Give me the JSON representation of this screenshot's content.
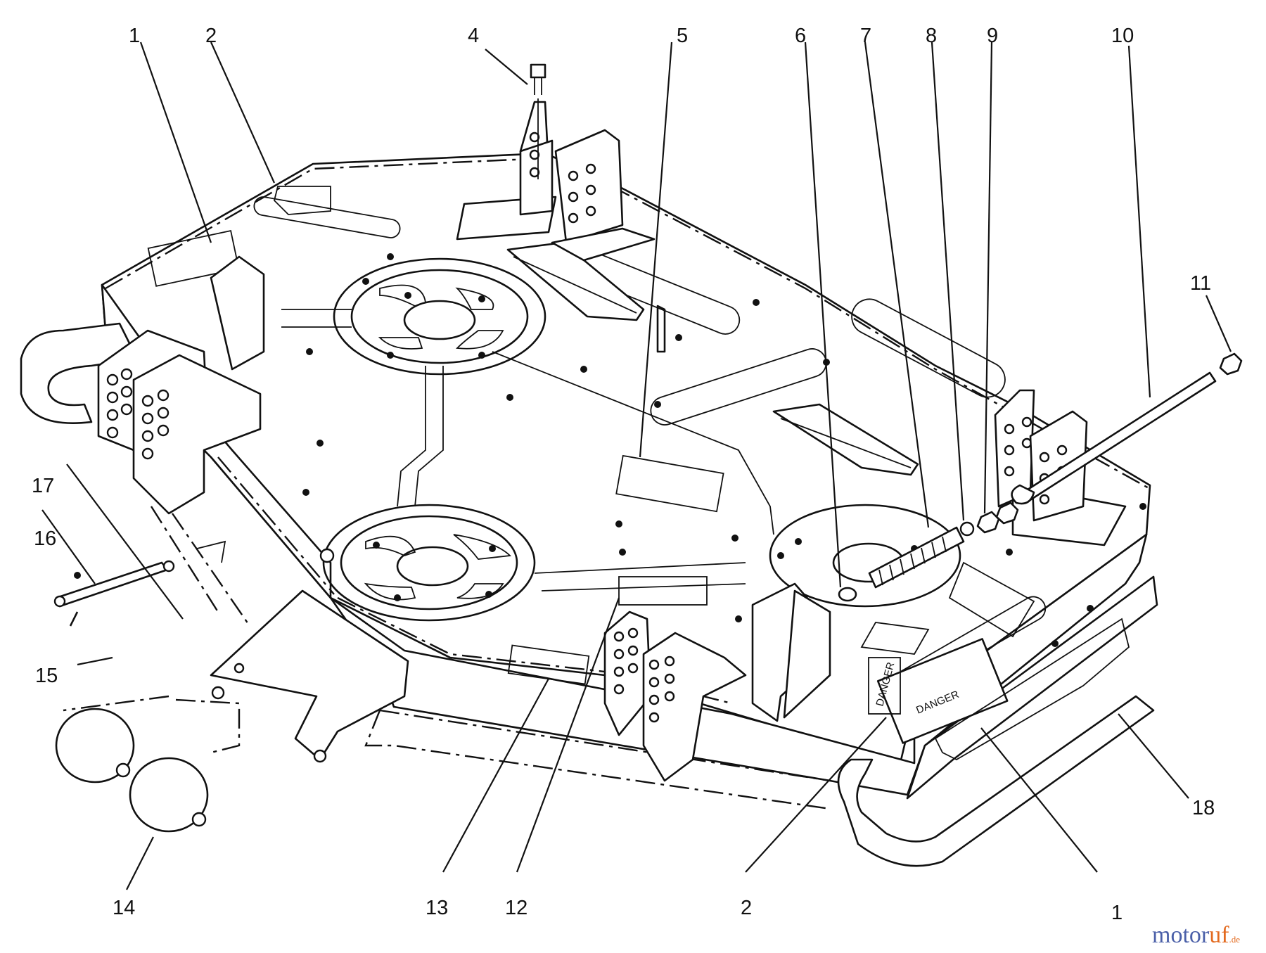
{
  "diagram": {
    "callouts": [
      {
        "id": "c1a",
        "text": "1"
      },
      {
        "id": "c2a",
        "text": "2"
      },
      {
        "id": "c4",
        "text": "4"
      },
      {
        "id": "c5",
        "text": "5"
      },
      {
        "id": "c6",
        "text": "6"
      },
      {
        "id": "c7",
        "text": "7"
      },
      {
        "id": "c8",
        "text": "8"
      },
      {
        "id": "c9",
        "text": "9"
      },
      {
        "id": "c10",
        "text": "10"
      },
      {
        "id": "c11",
        "text": "11"
      },
      {
        "id": "c17",
        "text": "17"
      },
      {
        "id": "c16",
        "text": "16"
      },
      {
        "id": "c15",
        "text": "15"
      },
      {
        "id": "c14",
        "text": "14"
      },
      {
        "id": "c13",
        "text": "13"
      },
      {
        "id": "c12",
        "text": "12"
      },
      {
        "id": "c2b",
        "text": "2"
      },
      {
        "id": "c1b",
        "text": "1"
      },
      {
        "id": "c18",
        "text": "18"
      }
    ],
    "decals": {
      "danger_side": "DANGER",
      "danger_top": "DANGER"
    },
    "watermark": {
      "part_a": "motor",
      "part_b": "uf",
      "suffix": ".de"
    }
  }
}
